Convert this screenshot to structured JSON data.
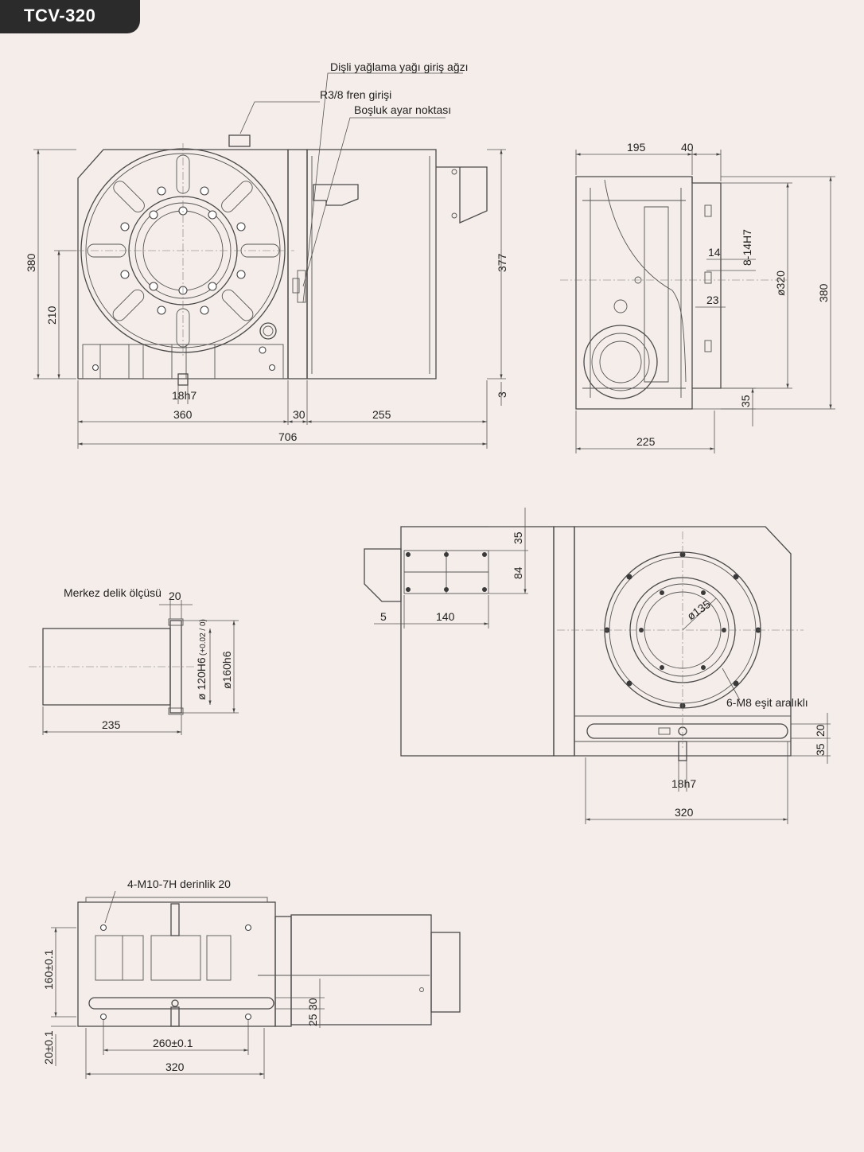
{
  "title": "TCV-320",
  "callouts": {
    "lubrication_inlet": "Dişli yağlama yağı giriş ağzı",
    "brake_inlet": "R3/8 fren girişi",
    "backlash_point": "Boşluk ayar noktası",
    "center_hole": "Merkez delik ölçüsü",
    "bolt_holes": "6-M8 eşit aralıklı",
    "tapped_holes": "4-M10-7H derinlik 20"
  },
  "front_view": {
    "d_380": "380",
    "d_210": "210",
    "d_377": "377",
    "d_3": "3",
    "d_18h7": "18h7",
    "d_360": "360",
    "d_30": "30",
    "d_255": "255",
    "d_706": "706"
  },
  "side_view": {
    "d_195": "195",
    "d_40": "40",
    "d_14": "14",
    "d_8_14h7": "8-14H7",
    "d_phi320": "ø320",
    "d_380": "380",
    "d_23": "23",
    "d_35": "35",
    "d_225": "225"
  },
  "center_hole_view": {
    "d_20": "20",
    "d_phi120": "ø 120H6",
    "d_tol": "(+0.02 / 0)",
    "d_phi160": "ø160h6",
    "d_235": "235"
  },
  "top_view": {
    "d_35a": "35",
    "d_84": "84",
    "d_5": "5",
    "d_140": "140",
    "d_phi135": "ø135",
    "d_20": "20",
    "d_35b": "35",
    "d_18h7": "18h7",
    "d_320": "320"
  },
  "bottom_view": {
    "d_160": "160±0.1",
    "d_20": "20±0.1",
    "d_260": "260±0.1",
    "d_320": "320",
    "d_30": "30",
    "d_25": "25"
  },
  "colors": {
    "background": "#f5ede9",
    "tab": "#2b2b2b",
    "line": "#4a4a4a"
  }
}
